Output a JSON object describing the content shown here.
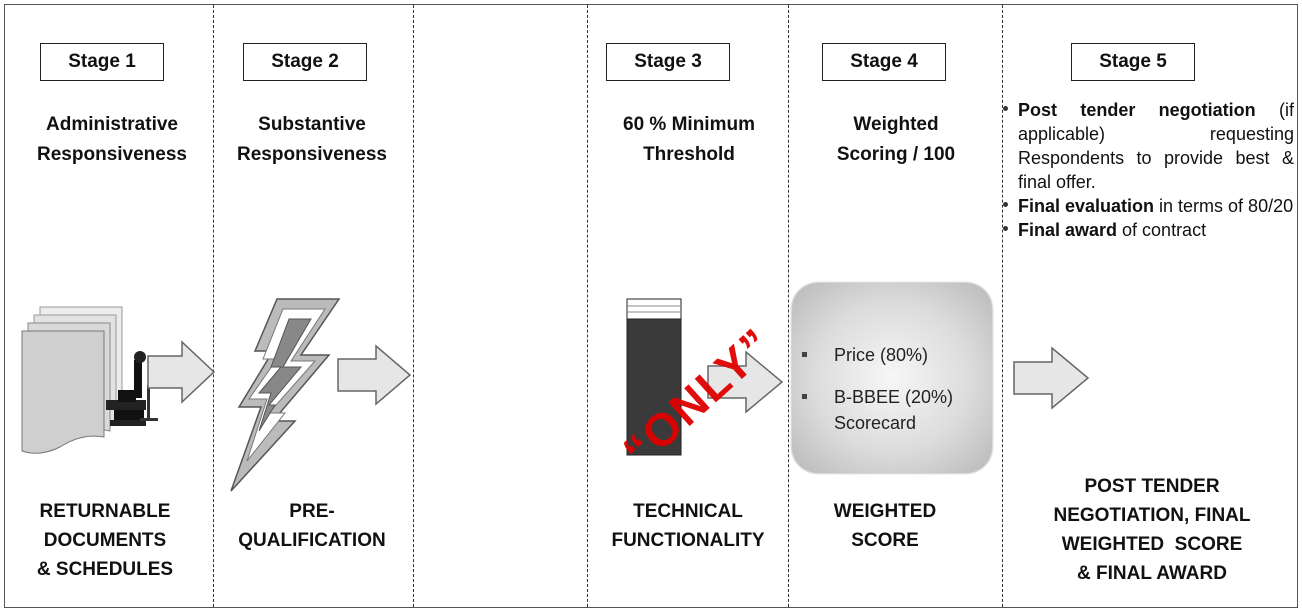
{
  "stages": [
    {
      "label": "Stage 1",
      "heading": [
        "Administrative",
        "Responsiveness"
      ],
      "footer": [
        "RETURNABLE",
        "DOCUMENTS",
        "& SCHEDULES"
      ],
      "icon": "documents-chair-icon"
    },
    {
      "label": "Stage 2",
      "heading": [
        "Substantive",
        "Responsiveness"
      ],
      "footer": [
        "PRE-",
        "QUALIFICATION"
      ],
      "icon": "lightning-bolt-icon"
    },
    {
      "label": "Stage 3",
      "heading": [
        "60 % Minimum",
        "Threshold"
      ],
      "footer": [
        "TECHNICAL",
        "FUNCTIONALITY"
      ],
      "icon": "threshold-bar-icon"
    },
    {
      "label": "Stage 4",
      "heading": [
        "Weighted",
        "Scoring / 100"
      ],
      "footer": [
        "WEIGHTED",
        "SCORE"
      ],
      "icon": "rounded-box-icon",
      "score_items": [
        "Price (80%)",
        "B-BBEE (20%)",
        "Scorecard"
      ]
    },
    {
      "label": "Stage 5",
      "footer": [
        "POST TENDER",
        "NEGOTIATION, FINAL",
        "WEIGHTED  SCORE",
        "& FINAL AWARD"
      ],
      "bullets": [
        {
          "bold": "Post tender negotiation",
          "text": " (if applicable) requesting Respondents to provide best & final offer."
        },
        {
          "bold": "Final evaluation",
          "text": " in terms of 80/20"
        },
        {
          "bold": "Final award",
          "text": " of contract"
        }
      ]
    }
  ],
  "watermark": "“ONLY”",
  "colors": {
    "arrow_fill": "#e6e6e6",
    "arrow_stroke": "#666666",
    "bar_dark": "#3a3a3a",
    "watermark": "#e00000"
  }
}
